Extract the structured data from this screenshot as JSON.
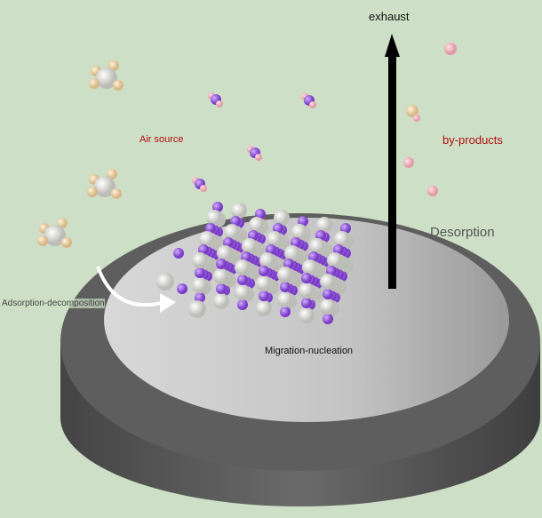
{
  "labels": {
    "exhaust": "exhaust",
    "air_source": "Air source",
    "by_products": "by-products",
    "desorption": "Desorption",
    "adsorption": "Adsorption-decomposition",
    "migration": "Migration-nucleation"
  },
  "colors": {
    "background": "#cddfc6",
    "label_red": "#b01010",
    "atom_purple": "#9a55e0",
    "atom_white": "#e8e8e4",
    "substrate_dark": "#5a5a5a",
    "substrate_light": "#cfcfcf"
  }
}
